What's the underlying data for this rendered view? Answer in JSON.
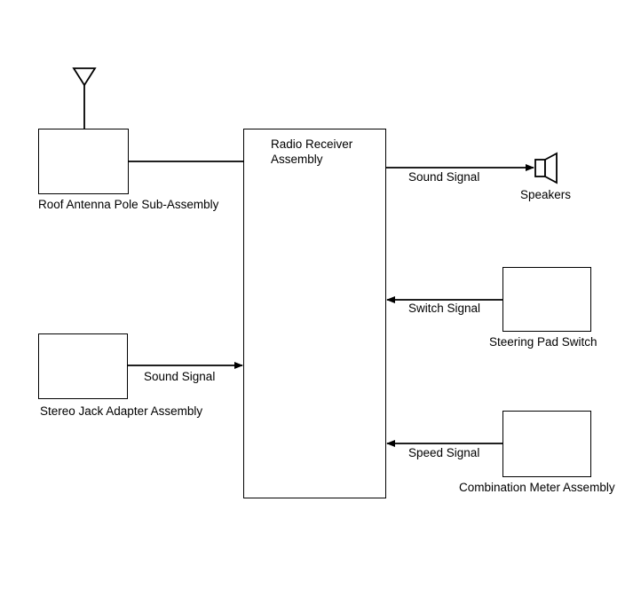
{
  "diagram": {
    "components": {
      "roof_antenna": "Roof Antenna Pole Sub-Assembly",
      "radio_receiver_line1": "Radio Receiver",
      "radio_receiver_line2": "Assembly",
      "speakers": "Speakers",
      "stereo_jack": "Stereo Jack Adapter Assembly",
      "steering_pad": "Steering Pad Switch",
      "combination_meter": "Combination Meter Assembly"
    },
    "signals": {
      "sound_out": "Sound Signal",
      "switch": "Switch Signal",
      "sound_in": "Sound Signal",
      "speed": "Speed Signal"
    },
    "icons": [
      "antenna-icon",
      "speaker-icon"
    ]
  }
}
